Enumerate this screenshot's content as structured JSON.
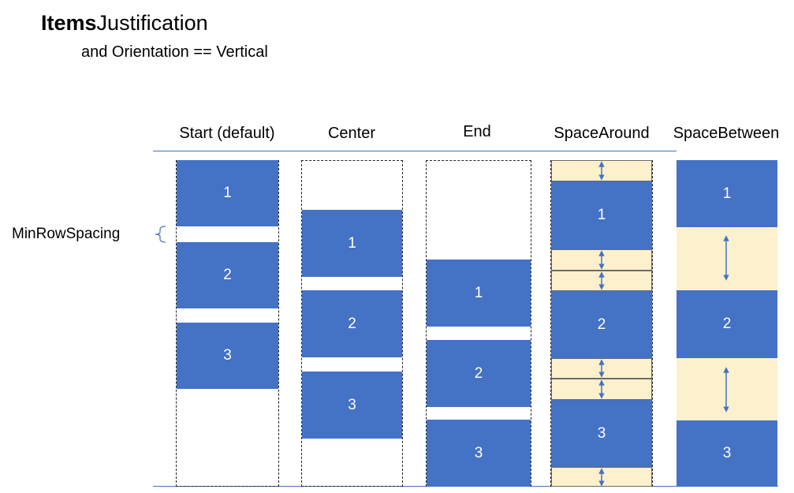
{
  "header": {
    "title_bold": "Items",
    "title_rest": "Justification",
    "subtitle": "and Orientation == Vertical"
  },
  "row_label": "MinRowSpacing",
  "columns": [
    {
      "name": "Start (default)",
      "items": [
        "1",
        "2",
        "3"
      ]
    },
    {
      "name": "Center",
      "items": [
        "1",
        "2",
        "3"
      ]
    },
    {
      "name": "End",
      "items": [
        "1",
        "2",
        "3"
      ]
    },
    {
      "name": "SpaceAround",
      "items": [
        "1",
        "2",
        "3"
      ]
    },
    {
      "name": "SpaceBetween",
      "items": [
        "1",
        "2",
        "3"
      ]
    }
  ],
  "colors": {
    "item": "#4472c4",
    "spacing": "#fdf0cc",
    "line": "#4472c4"
  }
}
